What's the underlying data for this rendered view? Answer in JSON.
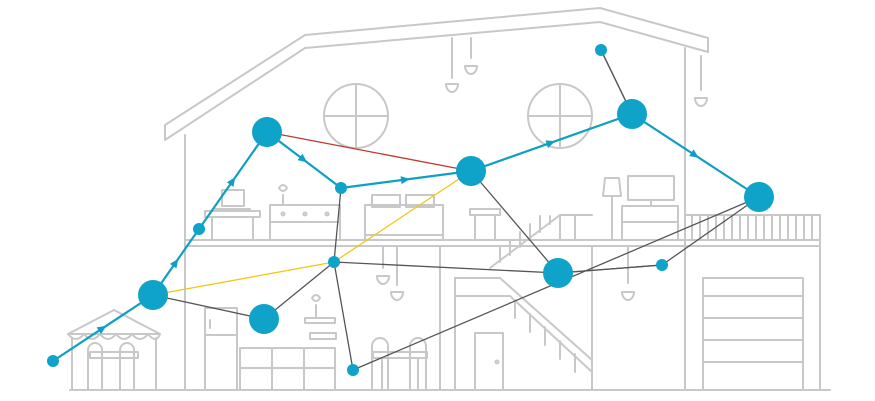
{
  "colors": {
    "outline": "#c8c8c8",
    "node": "#0fa3c9",
    "main_path": "#0f9fc4",
    "secondary_link": "#555555",
    "red_link": "#c0392b",
    "yellow_link": "#f2c811"
  },
  "nodes": [
    {
      "id": "n1",
      "size": "small"
    },
    {
      "id": "n2",
      "size": "large"
    },
    {
      "id": "n3",
      "size": "small"
    },
    {
      "id": "n4",
      "size": "large"
    },
    {
      "id": "n5",
      "size": "small"
    },
    {
      "id": "n6",
      "size": "large"
    },
    {
      "id": "n7",
      "size": "large"
    },
    {
      "id": "n8",
      "size": "small"
    },
    {
      "id": "n9",
      "size": "large"
    },
    {
      "id": "n10",
      "size": "small"
    },
    {
      "id": "n11",
      "size": "large"
    },
    {
      "id": "n12",
      "size": "large"
    },
    {
      "id": "n13",
      "size": "small"
    },
    {
      "id": "n14",
      "size": "small"
    },
    {
      "id": "n15",
      "size": "large"
    }
  ],
  "links": [
    {
      "from": "n1",
      "to": "n2",
      "kind": "main",
      "arrow": true
    },
    {
      "from": "n2",
      "to": "n3",
      "kind": "main",
      "arrow": true
    },
    {
      "from": "n3",
      "to": "n4",
      "kind": "main",
      "arrow": true
    },
    {
      "from": "n4",
      "to": "n5",
      "kind": "main",
      "arrow": true
    },
    {
      "from": "n5",
      "to": "n6",
      "kind": "main",
      "arrow": true
    },
    {
      "from": "n6",
      "to": "n7",
      "kind": "main",
      "arrow": true
    },
    {
      "from": "n7",
      "to": "n9",
      "kind": "main",
      "arrow": false
    },
    {
      "from": "n8",
      "to": "n9",
      "kind": "secondary",
      "arrow": false
    },
    {
      "from": "n9",
      "to": "n15",
      "kind": "main",
      "arrow": true
    },
    {
      "from": "n4",
      "to": "n6",
      "kind": "red",
      "arrow": false
    },
    {
      "from": "n2",
      "to": "n10",
      "kind": "yellow",
      "arrow": false
    },
    {
      "from": "n10",
      "to": "n6",
      "kind": "yellow",
      "arrow": false
    },
    {
      "from": "n5",
      "to": "n10",
      "kind": "secondary",
      "arrow": false
    },
    {
      "from": "n10",
      "to": "n11",
      "kind": "secondary",
      "arrow": false
    },
    {
      "from": "n10",
      "to": "n12",
      "kind": "secondary",
      "arrow": false
    },
    {
      "from": "n10",
      "to": "n13",
      "kind": "secondary",
      "arrow": false
    },
    {
      "from": "n2",
      "to": "n12",
      "kind": "secondary",
      "arrow": false
    },
    {
      "from": "n6",
      "to": "n11",
      "kind": "secondary",
      "arrow": false
    },
    {
      "from": "n11",
      "to": "n14",
      "kind": "secondary",
      "arrow": false
    },
    {
      "from": "n14",
      "to": "n11",
      "kind": "secondary",
      "arrow": false
    },
    {
      "from": "n13",
      "to": "n15",
      "kind": "secondary",
      "arrow": false
    },
    {
      "from": "n14",
      "to": "n15",
      "kind": "secondary",
      "arrow": false
    }
  ]
}
